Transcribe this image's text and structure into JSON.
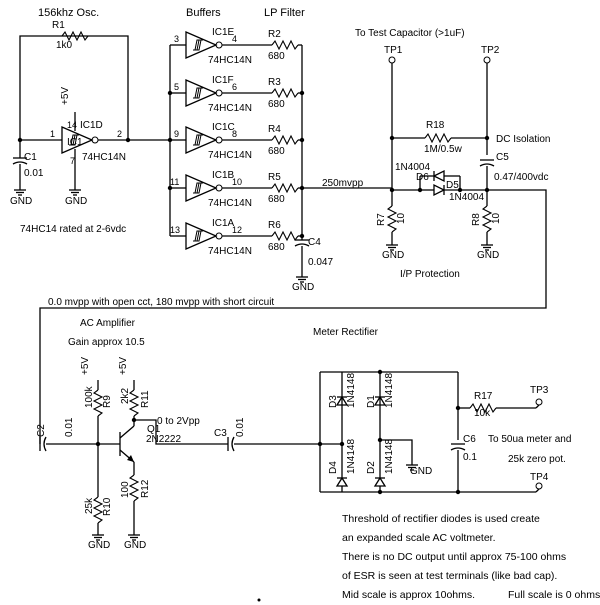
{
  "sections": {
    "oscillator": "156khz Osc.",
    "buffers": "Buffers",
    "lp_filter": "LP Filter",
    "ac_amplifier": "AC Amplifier",
    "gain": "Gain approx 10.5",
    "meter_rectifier": "Meter Rectifier",
    "ip_protection": "I/P Protection",
    "dc_isolation": "DC Isolation",
    "to_test_capacitor": "To Test Capacitor (>1uF)",
    "to_meter": "To 50ua meter and",
    "zero_pot": "25k zero pot."
  },
  "notes": {
    "ic_rating": "74HC14 rated at 2-6vdc",
    "signal_250": "250mvpp",
    "open_short": "0.0 mvpp with open cct, 180 mvpp with short circuit",
    "zero_to_2": "0 to 2Vpp",
    "desc1": "Threshold of rectifier diodes is used create",
    "desc2": "an expanded scale AC voltmeter.",
    "desc3": "There is no DC output until approx 75-100 ohms",
    "desc4": "of ESR is seen at test terminals (like bad cap).",
    "desc5": "Mid scale is approx 10ohms.",
    "desc6": "Full scale is 0 ohms"
  },
  "components": {
    "R1": {
      "ref": "R1",
      "value": "1k0"
    },
    "R2": {
      "ref": "R2",
      "value": "680"
    },
    "R3": {
      "ref": "R3",
      "value": "680"
    },
    "R4": {
      "ref": "R4",
      "value": "680"
    },
    "R5": {
      "ref": "R5",
      "value": "680"
    },
    "R6": {
      "ref": "R6",
      "value": "680"
    },
    "R7": {
      "ref": "R7",
      "value": "10"
    },
    "R8": {
      "ref": "R8",
      "value": "10"
    },
    "R9": {
      "ref": "R9",
      "value": "100k"
    },
    "R10": {
      "ref": "R10",
      "value": "25k"
    },
    "R11": {
      "ref": "R11",
      "value": "2k2"
    },
    "R12": {
      "ref": "R12",
      "value": "100"
    },
    "R17": {
      "ref": "R17",
      "value": "10k"
    },
    "R18": {
      "ref": "R18",
      "value": "1M/0.5w"
    },
    "C1": {
      "ref": "C1",
      "value": "0.01"
    },
    "C2": {
      "ref": "C2",
      "value": "0.01"
    },
    "C3": {
      "ref": "C3",
      "value": "0.01"
    },
    "C4": {
      "ref": "C4",
      "value": "0.047"
    },
    "C5": {
      "ref": "C5",
      "value": "0.47/400vdc"
    },
    "C6": {
      "ref": "C6",
      "value": "0.1"
    },
    "D1": {
      "ref": "D1",
      "value": "1N4148"
    },
    "D2": {
      "ref": "D2",
      "value": "1N4148"
    },
    "D3": {
      "ref": "D3",
      "value": "1N4148"
    },
    "D4": {
      "ref": "D4",
      "value": "1N4148"
    },
    "D5": {
      "ref": "D5",
      "value": "1N4004"
    },
    "D6": {
      "ref": "D6",
      "value": "1N4004"
    },
    "Q1": {
      "ref": "Q1",
      "value": "2N2222"
    },
    "IC1D": {
      "ref": "IC1D",
      "value": "74HC14N"
    },
    "IC1E": {
      "ref": "IC1E",
      "value": "74HC14N"
    },
    "IC1F": {
      "ref": "IC1F",
      "value": "74HC14N"
    },
    "IC1C": {
      "ref": "IC1C",
      "value": "74HC14N"
    },
    "IC1B": {
      "ref": "IC1B",
      "value": "74HC14N"
    },
    "IC1A": {
      "ref": "IC1A",
      "value": "74HC14N"
    }
  },
  "ic1d_ref_partial": "IC1",
  "pins": {
    "ic1d_in": "1",
    "ic1d_out": "2",
    "ic1d_vcc": "14",
    "ic1d_gnd": "7",
    "e_in": "3",
    "e_out": "4",
    "f_in": "5",
    "f_out": "6",
    "c_in": "9",
    "c_out": "8",
    "b_in": "11",
    "b_out": "10",
    "a_in": "13",
    "a_out": "12"
  },
  "terminals": {
    "tp1": "TP1",
    "tp2": "TP2",
    "tp3": "TP3",
    "tp4": "TP4"
  },
  "power": {
    "plus5": "+5V",
    "gnd": "GND"
  }
}
